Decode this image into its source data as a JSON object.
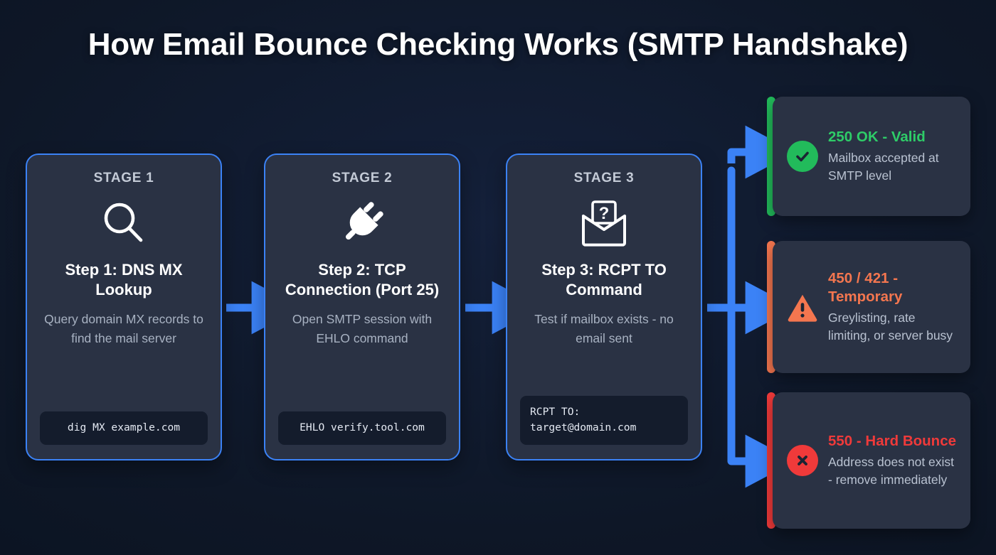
{
  "page": {
    "title": "How Email Bounce Checking Works (SMTP Handshake)",
    "background_color": "#0e1727",
    "accent_color": "#3b82f6"
  },
  "stages": [
    {
      "label": "STAGE 1",
      "icon": "magnifier-icon",
      "title": "Step 1: DNS MX Lookup",
      "description": "Query domain MX records to find the mail server",
      "code": "dig MX example.com"
    },
    {
      "label": "STAGE 2",
      "icon": "power-plug-icon",
      "title": "Step 2: TCP Connection (Port 25)",
      "description": "Open SMTP session with EHLO command",
      "code": "EHLO verify.tool.com"
    },
    {
      "label": "STAGE 3",
      "icon": "envelope-question-icon",
      "title": "Step 3: RCPT TO Command",
      "description": "Test if mailbox exists - no email sent",
      "code": "RCPT TO:\ntarget@domain.com"
    }
  ],
  "results": [
    {
      "title": "250 OK - Valid",
      "description": "Mailbox accepted at SMTP level",
      "icon": "check-circle-icon",
      "color": "#2ecc68",
      "accent_color": "#22bb5b"
    },
    {
      "title": "450 / 421 - Temporary",
      "description": "Greylisting, rate limiting, or server busy",
      "icon": "warning-triangle-icon",
      "color": "#f4764f",
      "accent_color": "#f4764f"
    },
    {
      "title": "550 - Hard Bounce",
      "description": "Address does not exist - remove immediately",
      "icon": "x-circle-icon",
      "color": "#f03a3a",
      "accent_color": "#f03a3a"
    }
  ]
}
